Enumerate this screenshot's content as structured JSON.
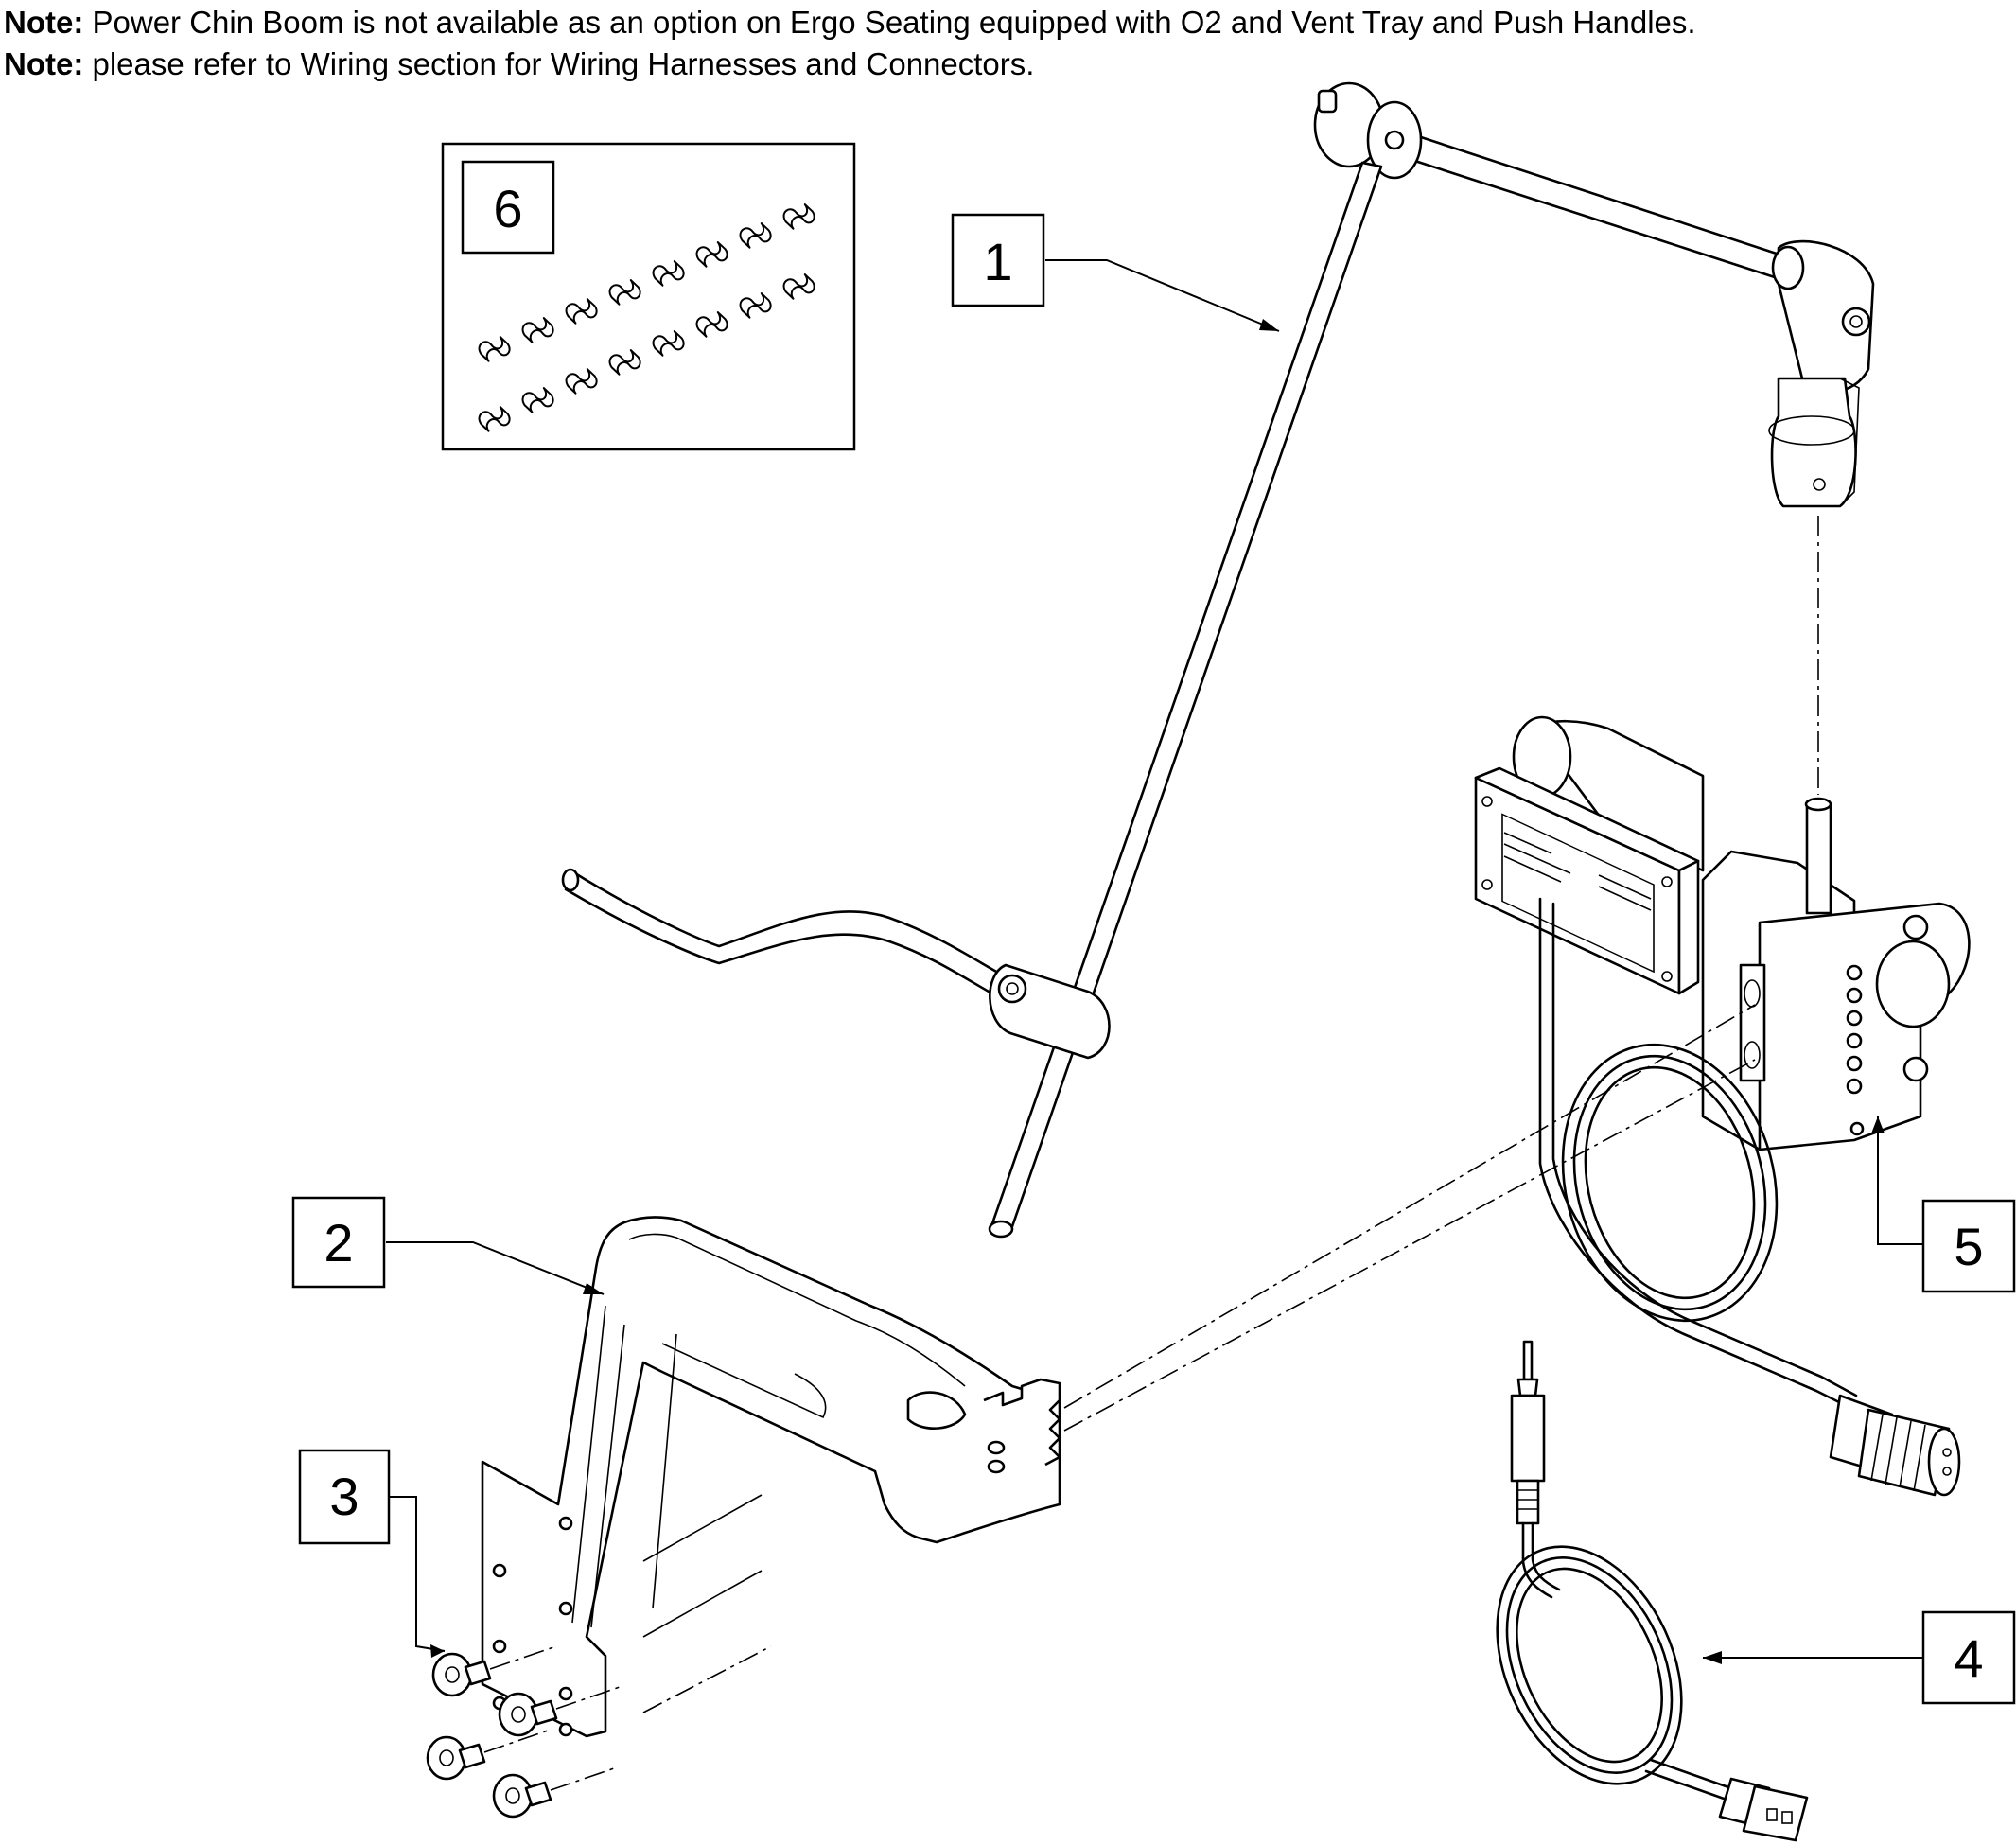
{
  "notes": [
    {
      "label": "Note:",
      "text": " Power Chin Boom is not available as an option on Ergo Seating equipped with O2 and Vent Tray and Push Handles."
    },
    {
      "label": "Note:",
      "text": " please refer to Wiring section for Wiring Harnesses and Connectors."
    }
  ],
  "callouts": {
    "c1": "1",
    "c2": "2",
    "c3": "3",
    "c4": "4",
    "c5": "5",
    "c6": "6"
  }
}
